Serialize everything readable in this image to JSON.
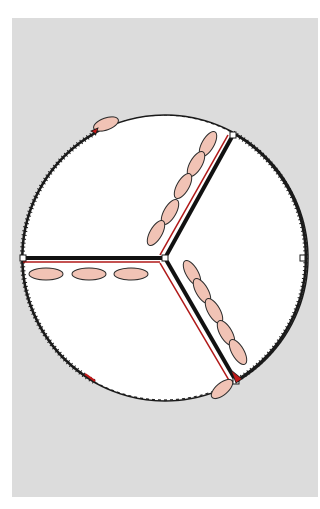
{
  "colors": {
    "page_background": "#ffffff",
    "canvas_background": "#dcdcdc",
    "circle_fill": "#ffffff",
    "circle_stroke": "#1a1a1a",
    "spoke_black": "#111111",
    "spoke_red": "#b01818",
    "ellipse_fill": "#f1c3b5",
    "ellipse_stroke": "#2a2a2a",
    "marker": "#c01818"
  },
  "diagram": {
    "spokes": [
      "upper-right",
      "left",
      "lower-right"
    ],
    "ellipse_groups": [
      {
        "spoke": "upper-right",
        "count": 5
      },
      {
        "spoke": "left",
        "count": 3
      },
      {
        "spoke": "lower-right",
        "count": 5
      }
    ],
    "rim_ellipses": [
      "upper-left",
      "bottom-right"
    ],
    "arcs": {
      "solid": 2,
      "dashed": 2
    }
  }
}
